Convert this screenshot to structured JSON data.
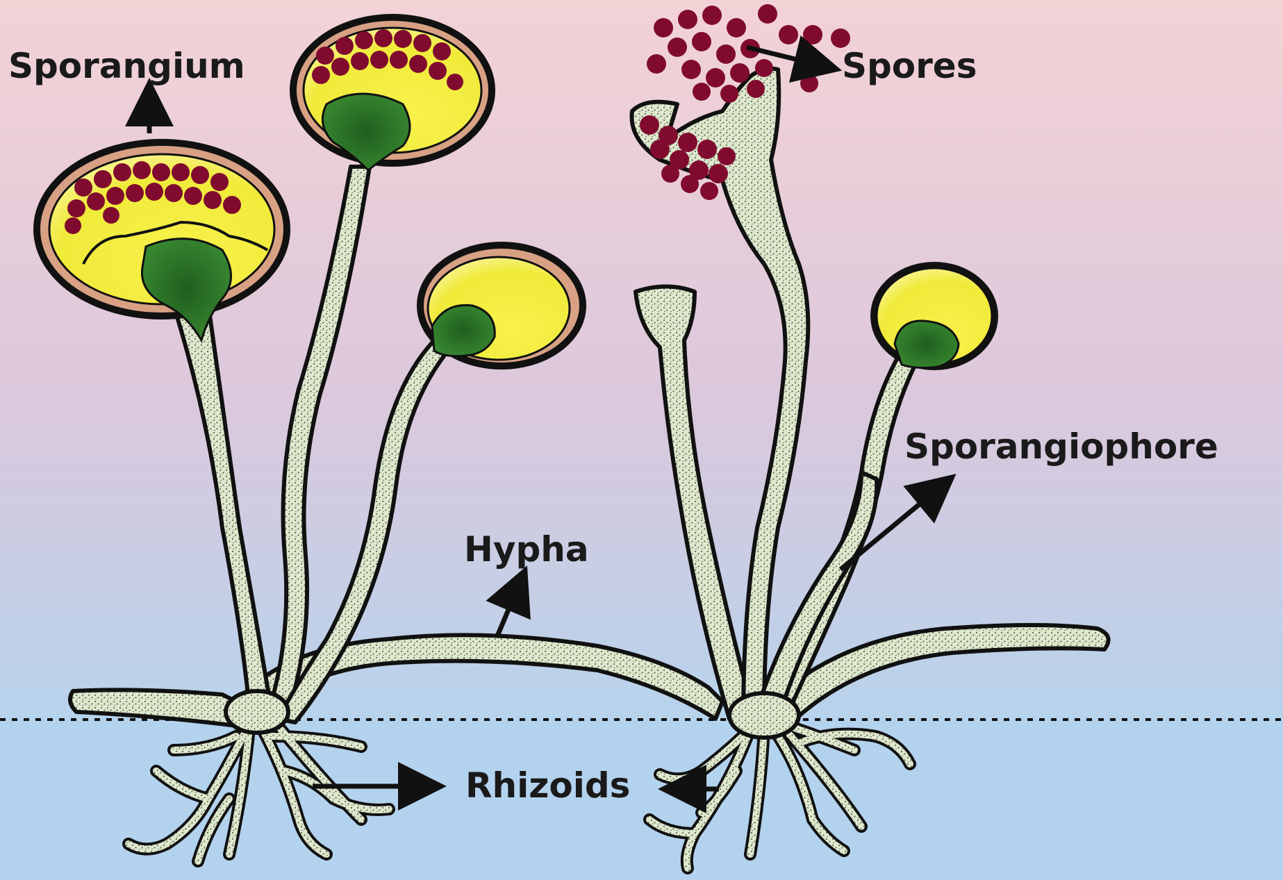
{
  "labels": {
    "sporangium": "Sporangium",
    "spores": "Spores",
    "sporangiophore": "Sporangiophore",
    "hypha": "Hypha",
    "rhizoids": "Rhizoids"
  },
  "colors": {
    "sky_top": "#f3d2d6",
    "sky_bottom": "#b7d3ec",
    "soil": "#b3d2ee",
    "hypha_fill": "#dfe8cf",
    "hypha_stipple": "#5a6b4a",
    "outline": "#111111",
    "sporangium_yellow": "#f4ee3a",
    "sporangium_ring": "#d8a184",
    "columella": "#2f7a2b",
    "spore": "#800b2f"
  }
}
